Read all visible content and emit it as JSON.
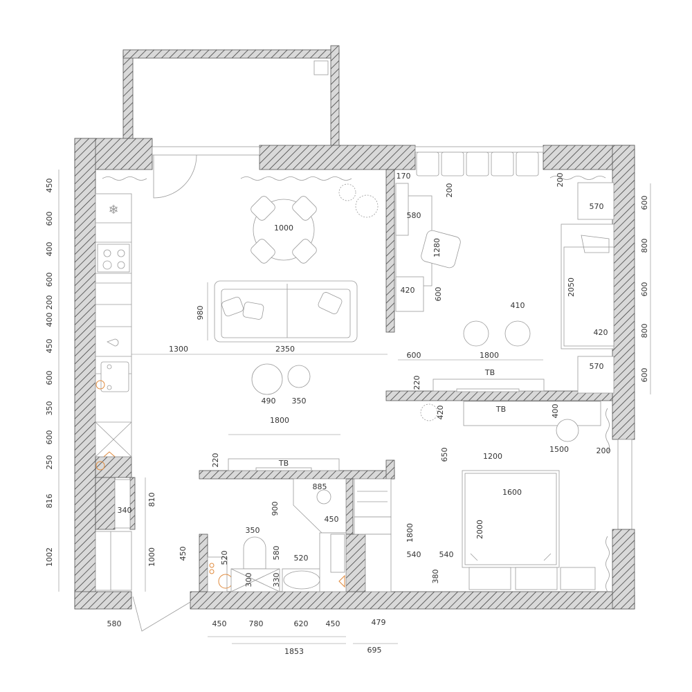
{
  "plan": {
    "colors": {
      "wall_fill": "#d9d9d9",
      "wall_hatch": "#444444",
      "lines": "#9a9a9a",
      "utility": "#e08a3c"
    },
    "left_column": [
      "450",
      "600",
      "400",
      "600",
      "200",
      "400",
      "450",
      "600",
      "350",
      "600",
      "250",
      "816",
      "1002"
    ],
    "kitchen": [
      "340",
      "810",
      "1000",
      "450",
      "1300",
      "580"
    ],
    "living": [
      "1000",
      "980",
      "2350",
      "490",
      "350",
      "1800",
      "220",
      "TB"
    ],
    "bathroom": [
      "885",
      "900",
      "450",
      "350",
      "520",
      "580",
      "520",
      "300",
      "330",
      "1800",
      "540"
    ],
    "bottom_row": [
      "450",
      "780",
      "620",
      "450",
      "479",
      "1853",
      "695"
    ],
    "bedroom1": [
      "170",
      "200",
      "580",
      "1280",
      "420",
      "600",
      "410",
      "2050",
      "420",
      "570",
      "570",
      "200",
      "600",
      "1800",
      "220",
      "TB"
    ],
    "right_column": [
      "600",
      "800",
      "600",
      "800",
      "600"
    ],
    "bedroom2": [
      "TB",
      "420",
      "400",
      "650",
      "1200",
      "1500",
      "200",
      "1600",
      "2000",
      "540",
      "380"
    ]
  }
}
